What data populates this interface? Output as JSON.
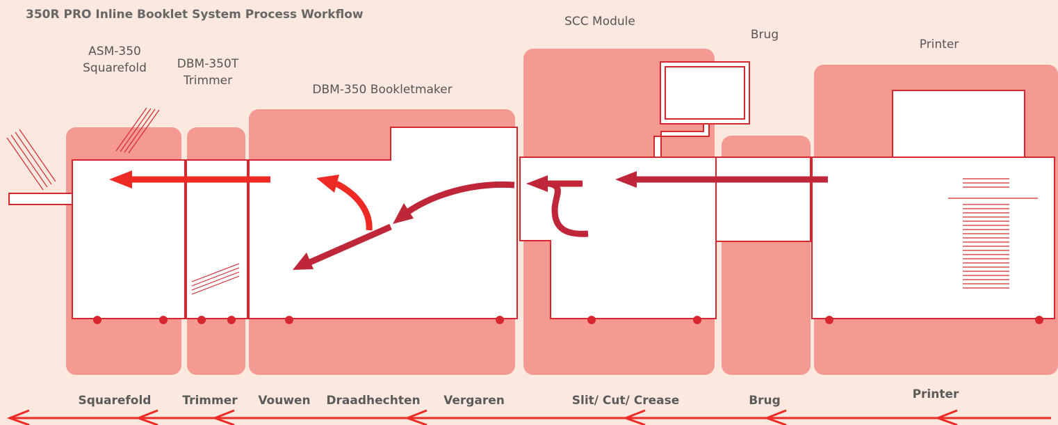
{
  "title": "350R PRO Inline Booklet System Process Workflow",
  "modules": {
    "asm_line1": "ASM-350",
    "asm_line2": "Squarefold",
    "dbm_t_line1": "DBM-350T",
    "dbm_t_line2": "Trimmer",
    "dbm": "DBM-350 Bookletmaker",
    "scc": "SCC Module",
    "brug": "Brug",
    "printer": "Printer"
  },
  "stages": [
    "Squarefold",
    "Trimmer",
    "Vouwen",
    "Draadhechten",
    "Vergaren",
    "Slit/ Cut/ Crease",
    "Brug",
    "Printer"
  ],
  "colors": {
    "background": "#fce8df",
    "zone": "#f49a92",
    "outline": "#d7272e",
    "arrow_bright": "#ee2a24",
    "arrow_dark": "#c0263a",
    "text": "#5a5a5a"
  }
}
